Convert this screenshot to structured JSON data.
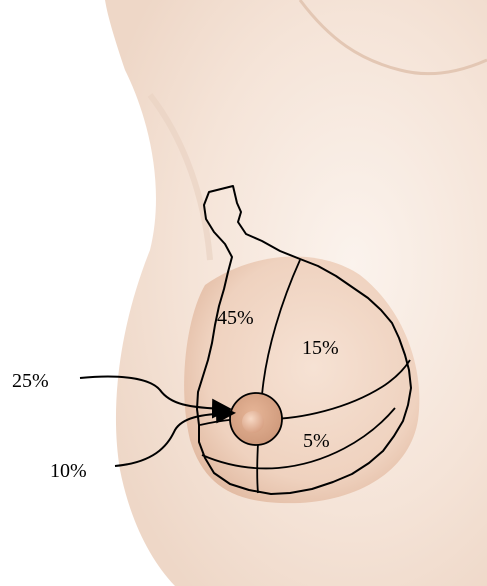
{
  "regions": {
    "upper_outer": "45%",
    "upper_inner": "15%",
    "lower": "5%",
    "central": "25%",
    "nipple_areola": "10%"
  },
  "colors": {
    "skin_light": "#f8efe9",
    "skin_mid": "#f1d8c6",
    "skin_shadow": "#e2bba2",
    "areola": "#d9a88a",
    "nipple": "#e8b89a",
    "outline": "#000000"
  }
}
